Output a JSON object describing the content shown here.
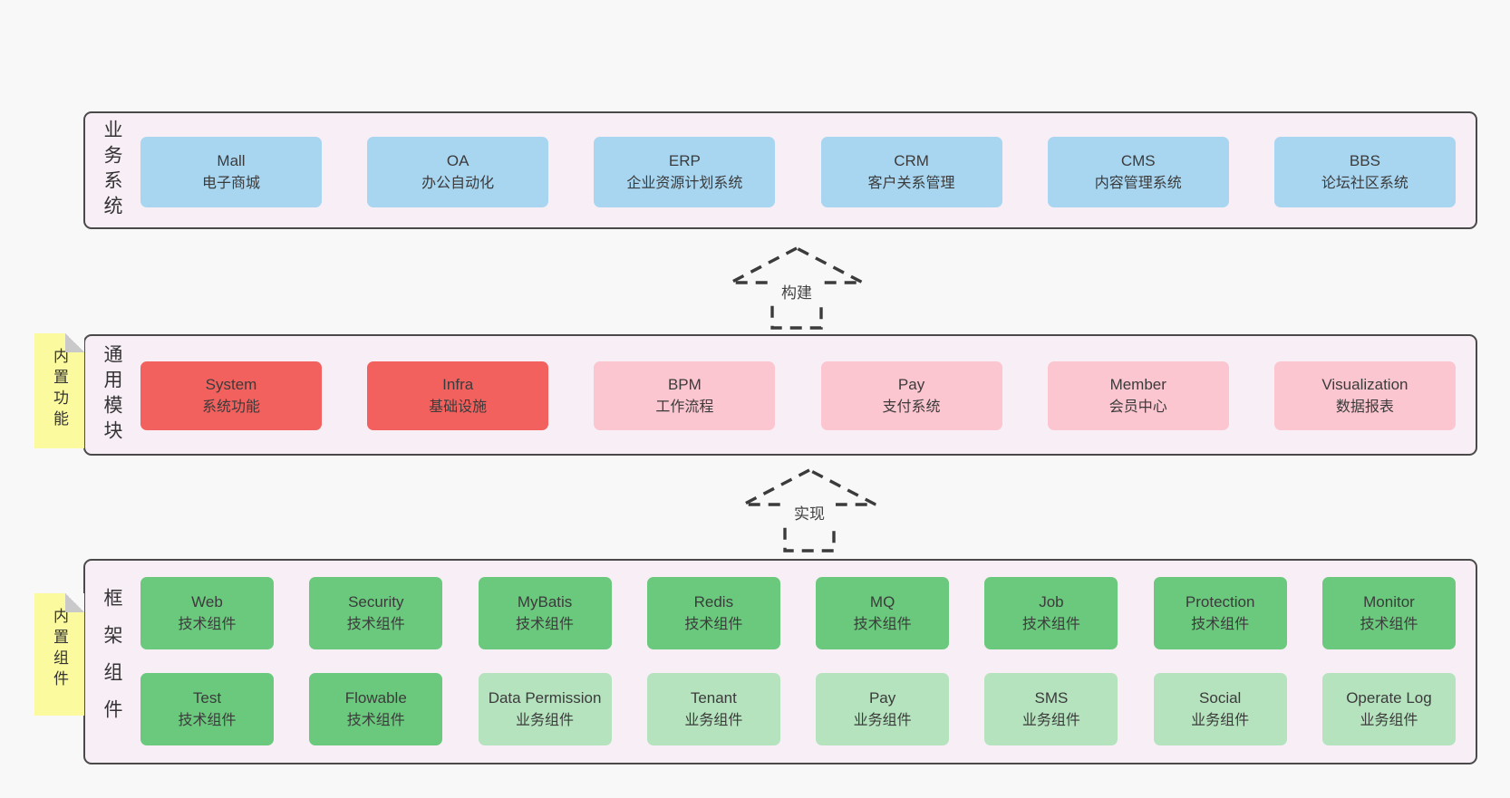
{
  "colors": {
    "page_bg": "#f8f8f8",
    "panel_bg": "#f8eef6",
    "panel_border": "#4a4a4a",
    "blue": "#a8d6f0",
    "red": "#f2615e",
    "pink": "#fbc6d0",
    "green": "#6bc97d",
    "light_green": "#b5e3be",
    "sticky_yellow": "#fbfa9e",
    "sticky_fold": "#c9c9c9",
    "text": "#3b3b3b"
  },
  "arrows": [
    {
      "label": "构建"
    },
    {
      "label": "实现"
    }
  ],
  "layers": [
    {
      "side_label": "业务系统",
      "boxes": [
        {
          "title": "Mall",
          "subtitle": "电子商城"
        },
        {
          "title": "OA",
          "subtitle": "办公自动化"
        },
        {
          "title": "ERP",
          "subtitle": "企业资源计划系统"
        },
        {
          "title": "CRM",
          "subtitle": "客户关系管理"
        },
        {
          "title": "CMS",
          "subtitle": "内容管理系统"
        },
        {
          "title": "BBS",
          "subtitle": "论坛社区系统"
        }
      ]
    },
    {
      "side_label": "通用模块",
      "sticky": "内置功能",
      "boxes": [
        {
          "title": "System",
          "subtitle": "系统功能"
        },
        {
          "title": "Infra",
          "subtitle": "基础设施"
        },
        {
          "title": "BPM",
          "subtitle": "工作流程"
        },
        {
          "title": "Pay",
          "subtitle": "支付系统"
        },
        {
          "title": "Member",
          "subtitle": "会员中心"
        },
        {
          "title": "Visualization",
          "subtitle": "数据报表"
        }
      ]
    },
    {
      "side_label": "框架组件",
      "sticky": "内置组件",
      "row1": [
        {
          "title": "Web",
          "subtitle": "技术组件"
        },
        {
          "title": "Security",
          "subtitle": "技术组件"
        },
        {
          "title": "MyBatis",
          "subtitle": "技术组件"
        },
        {
          "title": "Redis",
          "subtitle": "技术组件"
        },
        {
          "title": "MQ",
          "subtitle": "技术组件"
        },
        {
          "title": "Job",
          "subtitle": "技术组件"
        },
        {
          "title": "Protection",
          "subtitle": "技术组件"
        },
        {
          "title": "Monitor",
          "subtitle": "技术组件"
        }
      ],
      "row2": [
        {
          "title": "Test",
          "subtitle": "技术组件"
        },
        {
          "title": "Flowable",
          "subtitle": "技术组件"
        },
        {
          "title": "Data Permission",
          "subtitle": "业务组件"
        },
        {
          "title": "Tenant",
          "subtitle": "业务组件"
        },
        {
          "title": "Pay",
          "subtitle": "业务组件"
        },
        {
          "title": "SMS",
          "subtitle": "业务组件"
        },
        {
          "title": "Social",
          "subtitle": "业务组件"
        },
        {
          "title": "Operate Log",
          "subtitle": "业务组件"
        }
      ]
    }
  ]
}
